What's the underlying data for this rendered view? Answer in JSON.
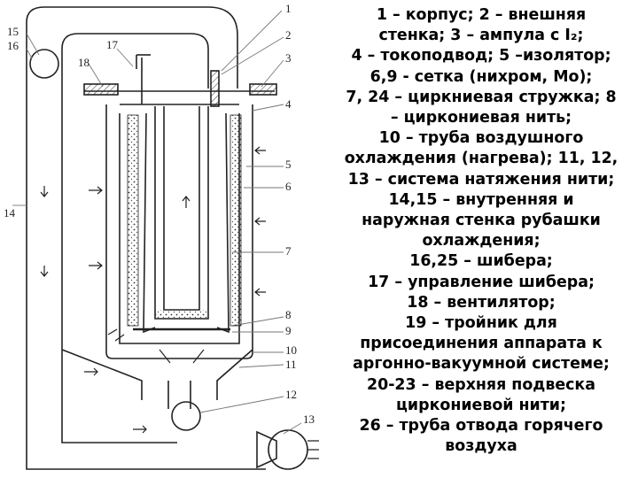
{
  "diagram": {
    "labels": [
      "1",
      "15",
      "16",
      "17",
      "18",
      "2",
      "3",
      "4",
      "5",
      "6",
      "14",
      "7",
      "8",
      "9",
      "10",
      "11",
      "12",
      "13"
    ]
  },
  "legend": {
    "lines": [
      "1 – корпус; 2 – внешняя",
      "стенка; 3 – ампула с I₂;",
      "4 – токоподвод; 5 –изолятор;",
      "6,9 - сетка (нихром, Mo);",
      "7, 24 – циркниевая стружка; 8",
      "– циркониевая нить;",
      "10 – труба воздушного",
      "охлаждения (нагрева); 11, 12,",
      "13 – система натяжения нити;",
      "14,15 – внутренняя и",
      "наружная стенка рубашки",
      "охлаждения;",
      "16,25 – шибера;",
      "17 – управление шибера;",
      "18 – вентилятор;",
      "19 – тройник для",
      "присоединения аппарата к",
      "аргонно-вакуумной системе;",
      "20-23 – верхняя подвеска",
      "циркониевой нити;",
      "26 – труба отвода горячего",
      "воздуха"
    ]
  }
}
